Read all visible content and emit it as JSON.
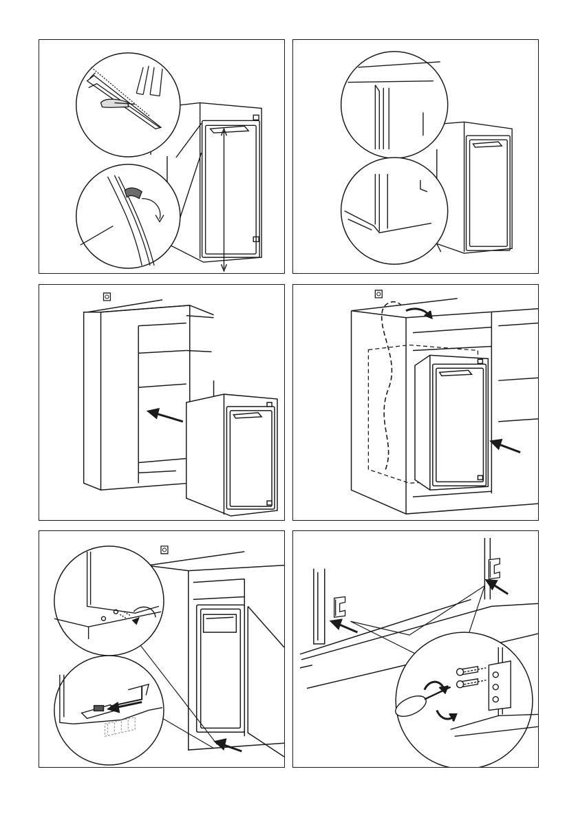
{
  "panels": [
    {
      "id": "p1",
      "step": "measure-and-trim-seal"
    },
    {
      "id": "p2",
      "step": "check-door-frame-alignment"
    },
    {
      "id": "p3",
      "step": "slide-appliance-into-cabinet"
    },
    {
      "id": "p4",
      "step": "route-power-cable"
    },
    {
      "id": "p5",
      "step": "fix-appliance-bottom-screws"
    },
    {
      "id": "p6",
      "step": "attach-door-hinge-brackets"
    }
  ],
  "symbols": {
    "socket": "power-socket-icon"
  },
  "colors": {
    "line": "#1a1a1a",
    "gasket": "#6b6b6b",
    "hatch": "#9a9a9a"
  }
}
